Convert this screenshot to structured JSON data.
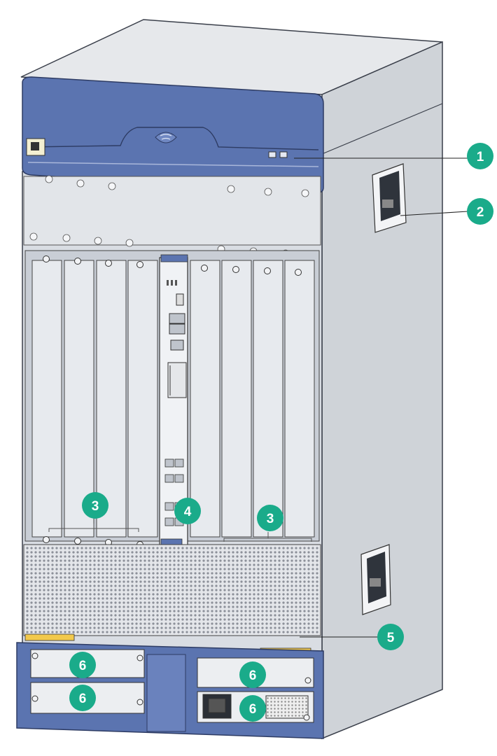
{
  "colors": {
    "callout": "#1aab8a",
    "chassis_blue": "#5b74b0",
    "chassis_gray": "#d9dde3",
    "side_gray": "#cfd3d8",
    "top_gray": "#e6e8eb",
    "outline": "#3a3f4a"
  },
  "callouts": [
    {
      "id": "c1",
      "label": "1"
    },
    {
      "id": "c2",
      "label": "2"
    },
    {
      "id": "c3a",
      "label": "3"
    },
    {
      "id": "c3b",
      "label": "3"
    },
    {
      "id": "c4",
      "label": "4"
    },
    {
      "id": "c5",
      "label": "5"
    },
    {
      "id": "c6a",
      "label": "6"
    },
    {
      "id": "c6b",
      "label": "6"
    },
    {
      "id": "c6c",
      "label": "6"
    },
    {
      "id": "c6d",
      "label": "6"
    }
  ]
}
